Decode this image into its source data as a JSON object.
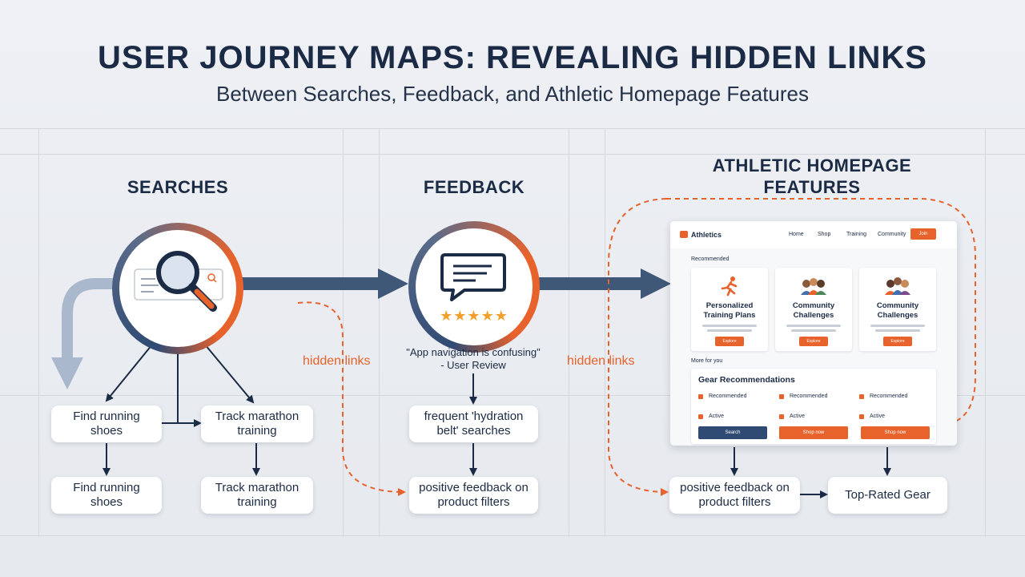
{
  "header": {
    "title": "USER JOURNEY MAPS: REVEALING HIDDEN LINKS",
    "subtitle": "Between Searches, Feedback, and Athletic Homepage Features"
  },
  "columns": {
    "searches": "SEARCHES",
    "feedback": "FEEDBACK",
    "features_line1": "ATHLETIC HOMEPAGE",
    "features_line2": "FEATURES"
  },
  "searches": {
    "boxes": [
      "Find running shoes",
      "Track marathon training",
      "Find running shoes",
      "Track marathon training"
    ]
  },
  "feedback": {
    "quote_line1": "\"App navigation is confusing\"",
    "quote_line2": "- User Review",
    "rating_stars": "★★★★★",
    "boxes": [
      "frequent 'hydration belt' searches",
      "positive feedback on product filters"
    ]
  },
  "features": {
    "boxes": [
      "positive feedback on product filters",
      "Top-Rated Gear"
    ]
  },
  "hidden_links_label": "hidden links",
  "mockup": {
    "brand": "Athletics",
    "nav": [
      "Home",
      "Shop",
      "Training",
      "Community"
    ],
    "cta": "Join",
    "section1": "Recommended",
    "cards": [
      {
        "title": "Personalized Training Plans",
        "button": "Explore"
      },
      {
        "title": "Community Challenges",
        "button": "Explore"
      },
      {
        "title": "Community Challenges",
        "button": "Explore"
      }
    ],
    "section2": "More for you",
    "gear_title": "Gear Recommendations",
    "gear_row1": [
      "Recommended",
      "Recommended",
      "Recommended"
    ],
    "gear_row2": [
      "Active",
      "Active",
      "Active"
    ],
    "gear_buttons": [
      "Search",
      "Shop now",
      "Shop now"
    ]
  },
  "colors": {
    "navy": "#1b2b45",
    "steel": "#3f5878",
    "orange": "#e8622c",
    "light_arrow": "#a9b8cc"
  }
}
